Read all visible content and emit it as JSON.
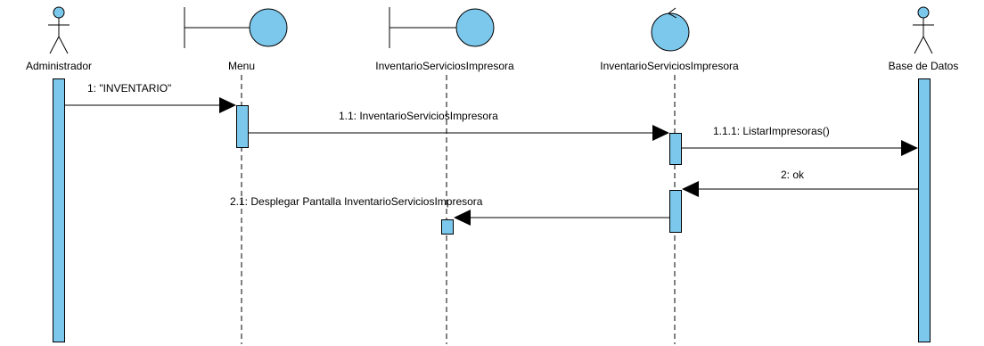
{
  "colors": {
    "fill": "#7cc8ec",
    "stroke": "#000000",
    "background": "#ffffff"
  },
  "participants": [
    {
      "id": "admin",
      "kind": "actor",
      "label": "Administrador"
    },
    {
      "id": "menu",
      "kind": "boundary",
      "label": "Menu"
    },
    {
      "id": "boundary2",
      "kind": "boundary",
      "label": "InventarioServiciosImpresora"
    },
    {
      "id": "control",
      "kind": "control",
      "label": "InventarioServiciosImpresora"
    },
    {
      "id": "db",
      "kind": "actor",
      "label": "Base de Datos"
    }
  ],
  "messages": [
    {
      "label": "1: \"INVENTARIO\"",
      "from": "admin",
      "to": "menu"
    },
    {
      "label": "1.1: InventarioServiciosImpresora",
      "from": "menu",
      "to": "control"
    },
    {
      "label": "1.1.1: ListarImpresoras()",
      "from": "control",
      "to": "db"
    },
    {
      "label": "2: ok",
      "from": "db",
      "to": "control"
    },
    {
      "label": "2.1: Desplegar Pantalla InventarioServiciosImpresora",
      "from": "control",
      "to": "boundary2"
    }
  ]
}
